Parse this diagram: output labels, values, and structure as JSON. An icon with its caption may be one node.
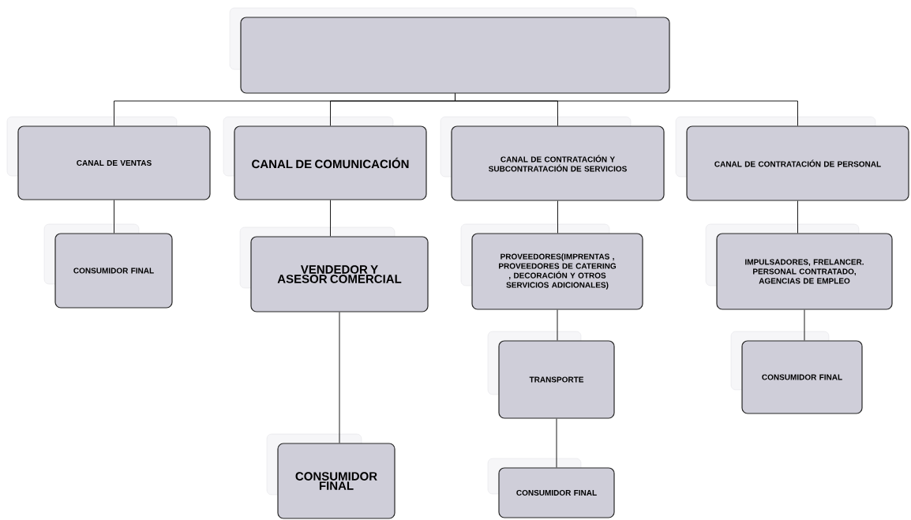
{
  "diagram": {
    "nodes": [
      {
        "text": [],
        "shape": "box"
      },
      {
        "text": [
          "CANAL DE VENTAS"
        ]
      },
      {
        "text": [
          "CANAL DE COMUNICACIÓN"
        ]
      },
      {
        "text": [
          "CANAL DE CONTRATACIÓN Y SUBCONTRATACIÓN DE SERVICIOS"
        ]
      },
      {
        "text": [
          "CANAL DE CONTRATACIÓN DE PERSONAL"
        ]
      },
      {
        "text": [
          "CONSUMIDOR FINAL"
        ]
      },
      {
        "text": [
          "VENDEDOR Y ASESOR COMERCIAL"
        ]
      },
      {
        "text": [
          "PROVEEDORES(IMPRENTAS , PROVEEDORES DE CATERING , DECORACIÓN Y OTROS SERVICIOS ADICIONALES)"
        ]
      },
      {
        "text": [
          "IMPULSADORES, FRELANCER. PERSONAL CONTRATADO, AGENCIAS DE EMPLEO"
        ]
      },
      {
        "text": [
          "TRANSPORTE"
        ]
      },
      {
        "text": [
          "CONSUMIDOR FINAL"
        ]
      },
      {
        "text": [
          "CONSUMIDOR FINAL"
        ]
      },
      {
        "text": [
          "CONSUMIDOR FINAL"
        ]
      }
    ],
    "edges": [
      {
        "from": 0,
        "to": 1,
        "arrow": "none"
      },
      {
        "from": 0,
        "to": 2,
        "arrow": "none"
      },
      {
        "from": 0,
        "to": 3,
        "arrow": "none"
      },
      {
        "from": 0,
        "to": 4,
        "arrow": "none"
      },
      {
        "from": 1,
        "to": 5,
        "arrow": "none"
      },
      {
        "from": 2,
        "to": 6,
        "arrow": "none"
      },
      {
        "from": 3,
        "to": 7,
        "arrow": "none"
      },
      {
        "from": 4,
        "to": 8,
        "arrow": "none"
      },
      {
        "from": 6,
        "to": 11,
        "arrow": "none"
      },
      {
        "from": 7,
        "to": 9,
        "arrow": "none"
      },
      {
        "from": 9,
        "to": 12,
        "arrow": "none"
      },
      {
        "from": 8,
        "to": 10,
        "arrow": "none"
      }
    ]
  }
}
